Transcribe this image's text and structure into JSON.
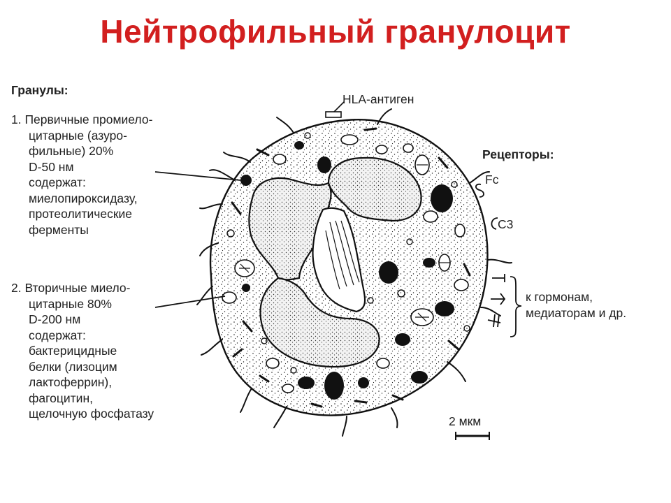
{
  "title": "Нейтрофильный гранулоцит",
  "granules_heading": "Гранулы:",
  "primary": [
    "1. Первичные промиело-",
    "цитарные (азуро-",
    "фильные) 20%",
    "D-50 нм",
    "содержат:",
    "миелопироксидазу,",
    "протеолитические",
    "ферменты"
  ],
  "secondary": [
    "2. Вторичные миело-",
    "цитарные 80%",
    "D-200 нм",
    "содержат:",
    "бактерицидные",
    "белки (лизоцим",
    "лактоферрин),",
    "фагоцитин,",
    "щелочную фосфатазу"
  ],
  "hla_label": "HLA-антиген",
  "receptors_heading": "Рецепторы:",
  "fc_label": "Fc",
  "c3_label": "C3",
  "hormones": [
    "к гормонам,",
    "медиаторам и др."
  ],
  "scale_label": "2 мкм",
  "colors": {
    "title": "#d21f1f",
    "ink": "#1a1a1a"
  }
}
